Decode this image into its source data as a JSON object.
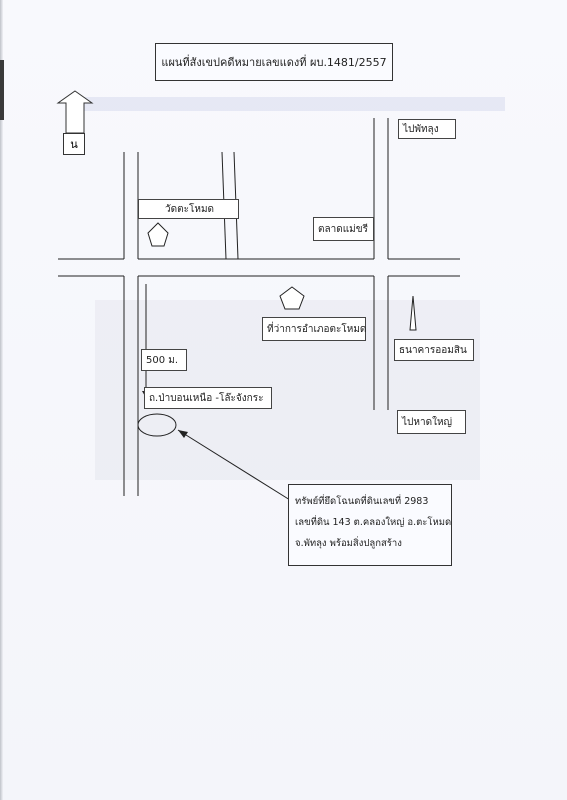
{
  "title": "แผนที่สังเขปคดีหมายเลขแดงที่ ผบ.1481/2557",
  "north": {
    "icon": "north-arrow-icon",
    "label": "น"
  },
  "labels": {
    "to_phatthalung": "ไปพัทลุง",
    "wat_tamot": "วัดตะโหมด",
    "talat_maeri": "ตลาดแม่ขรี",
    "district_office": "ที่ว่าการอำเภอตะโหมด",
    "gsb_bank": "ธนาคารออมสิน",
    "distance": "500 ม.",
    "road": "ถ.ป่าบอนเหนือ -โล๊ะจังกระ",
    "to_hat_yai": "ไปหาดใหญ่"
  },
  "property": {
    "line1": "ทรัพย์ที่ยึดโฉนดที่ดินเลขที่ 2983",
    "line2": "เลขที่ดิน 143 ต.คลองใหญ่ อ.ตะโหมด",
    "line3": "จ.พัทลุง พร้อมสิ่งปลูกสร้าง"
  },
  "colors": {
    "line": "#222222",
    "paper": "#f7f8fc"
  }
}
